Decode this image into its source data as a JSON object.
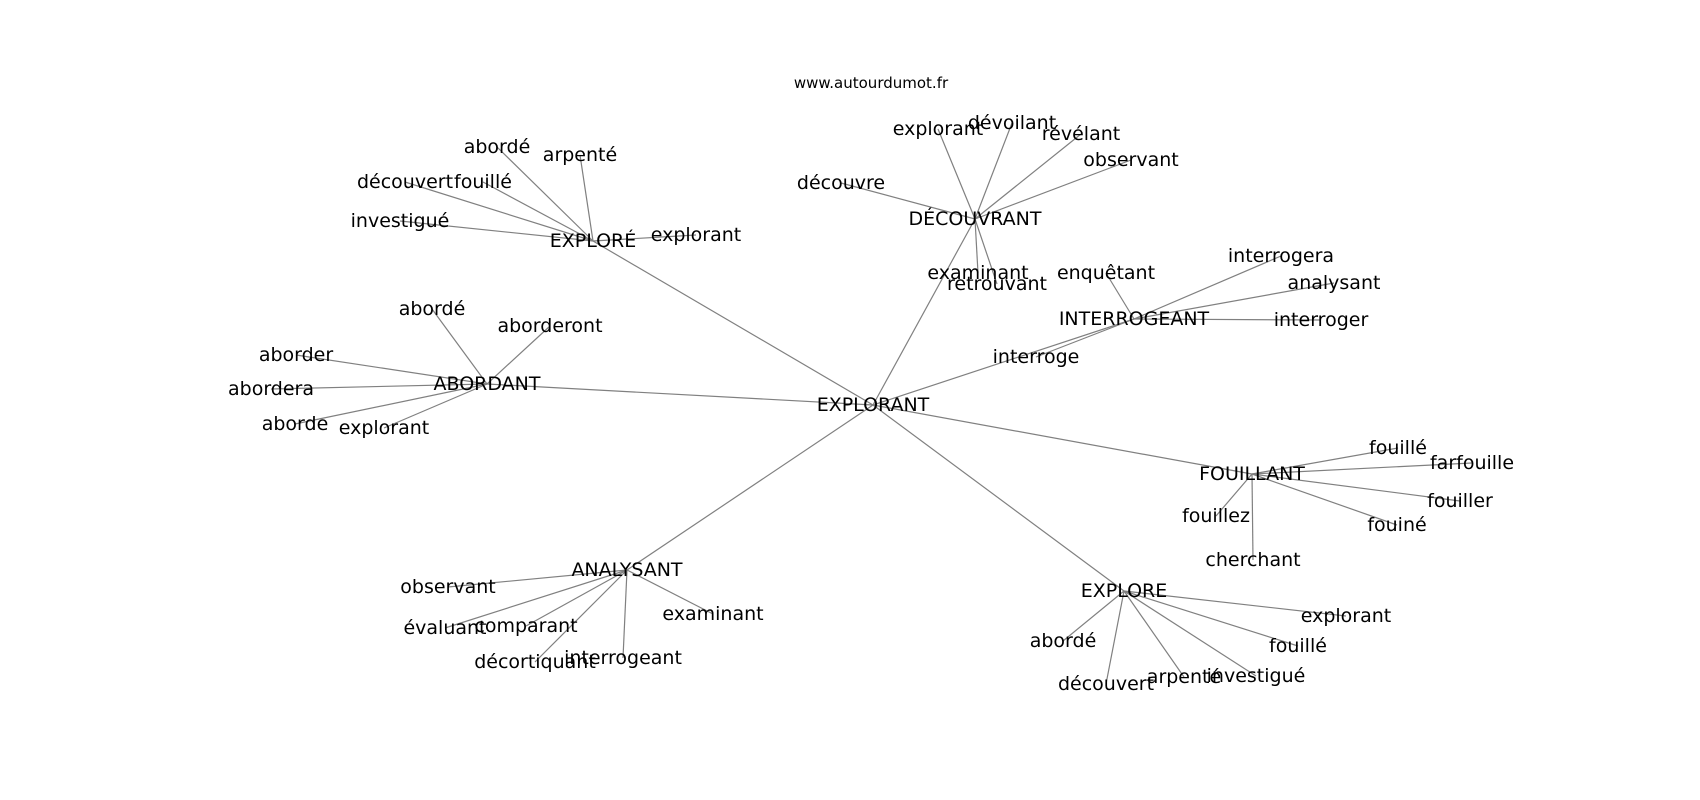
{
  "site": "www.autourdumot.fr",
  "center": "EXPLORANT",
  "groups": [
    {
      "hub": "EXPLORÉ",
      "words": [
        "abordé",
        "arpenté",
        "découvert",
        "fouillé",
        "investigué",
        "explorant"
      ]
    },
    {
      "hub": "DÉCOUVRANT",
      "words": [
        "explorant",
        "dévoilant",
        "révélant",
        "observant",
        "découvre",
        "examinant",
        "retrouvant"
      ]
    },
    {
      "hub": "INTERROGEANT",
      "words": [
        "enquêtant",
        "interrogera",
        "analysant",
        "interroger",
        "interroge"
      ]
    },
    {
      "hub": "ABORDANT",
      "words": [
        "abordé",
        "aborderont",
        "aborder",
        "abordera",
        "aborde",
        "explorant"
      ]
    },
    {
      "hub": "FOUILLANT",
      "words": [
        "fouillé",
        "farfouille",
        "fouiller",
        "fouiné",
        "fouillez",
        "cherchant"
      ]
    },
    {
      "hub": "ANALYSANT",
      "words": [
        "observant",
        "évaluant",
        "comparant",
        "décortiquant",
        "interrogeant",
        "examinant"
      ]
    },
    {
      "hub": "EXPLORE",
      "words": [
        "explorant",
        "fouillé",
        "investigué",
        "arpenté",
        "découvert",
        "abordé"
      ]
    }
  ]
}
